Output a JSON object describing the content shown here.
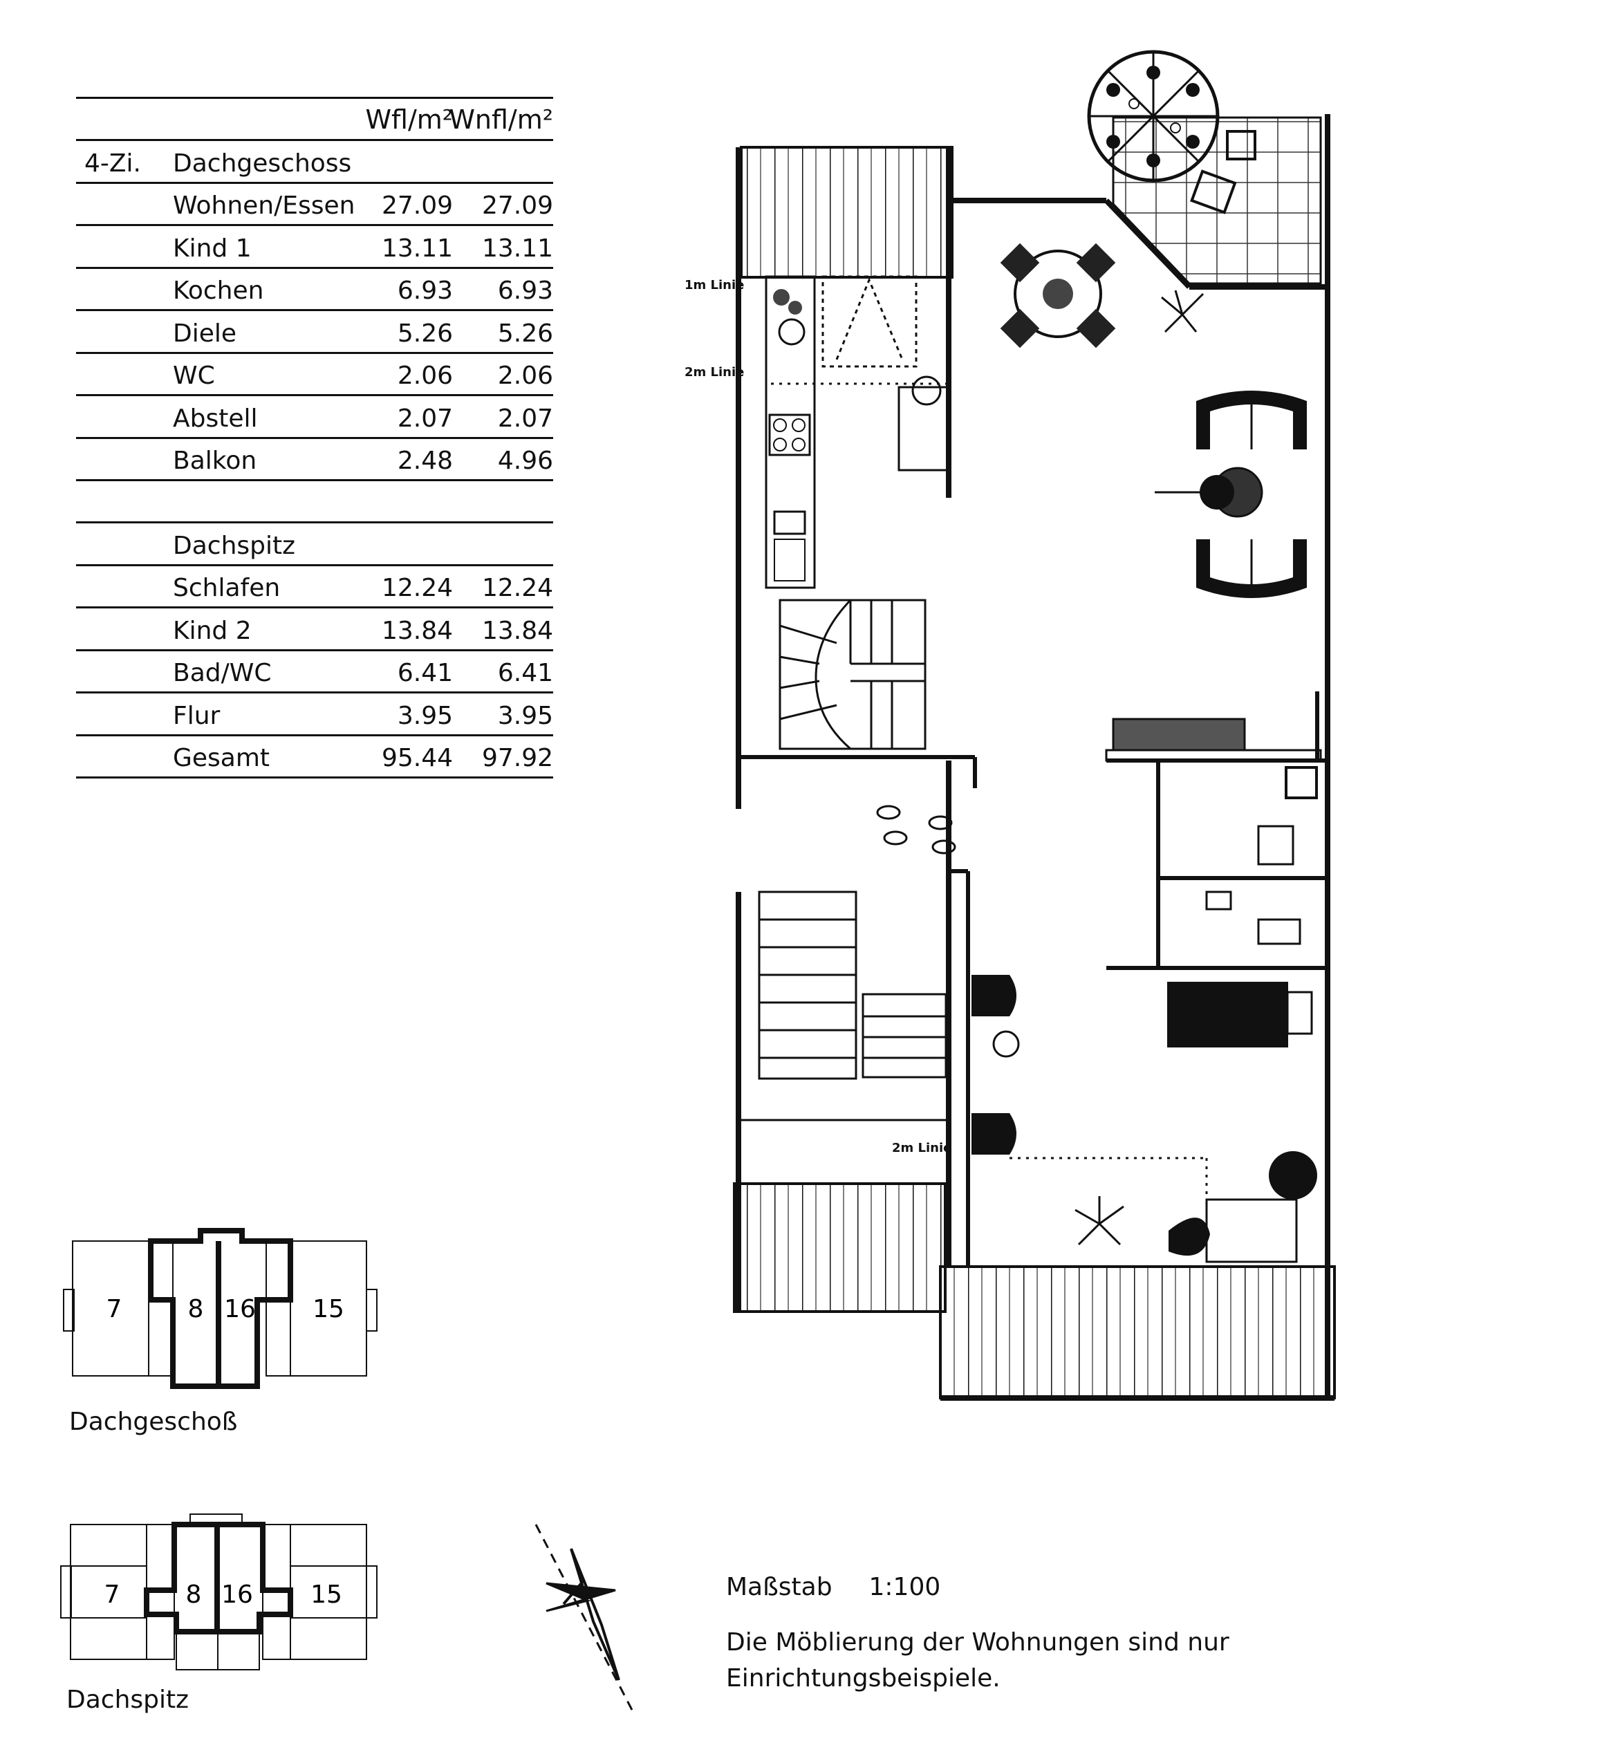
{
  "table": {
    "col_wfl": "Wfl/m²",
    "col_wnfl": "Wnfl/m²",
    "section1": {
      "prefix": "4-Zi.",
      "title": "Dachgeschoss"
    },
    "rows1": [
      {
        "name": "Wohnen/Essen",
        "wfl": "27.09",
        "wnfl": "27.09"
      },
      {
        "name": "Kind 1",
        "wfl": "13.11",
        "wnfl": "13.11"
      },
      {
        "name": "Kochen",
        "wfl": "6.93",
        "wnfl": "6.93"
      },
      {
        "name": "Diele",
        "wfl": "5.26",
        "wnfl": "5.26"
      },
      {
        "name": "WC",
        "wfl": "2.06",
        "wnfl": "2.06"
      },
      {
        "name": "Abstell",
        "wfl": "2.07",
        "wnfl": "2.07"
      },
      {
        "name": "Balkon",
        "wfl": "2.48",
        "wnfl": "4.96"
      }
    ],
    "section2": {
      "title": "Dachspitz"
    },
    "rows2": [
      {
        "name": "Schlafen",
        "wfl": "12.24",
        "wnfl": "12.24"
      },
      {
        "name": "Kind 2",
        "wfl": "13.84",
        "wnfl": "13.84"
      },
      {
        "name": "Bad/WC",
        "wfl": "6.41",
        "wnfl": "6.41"
      },
      {
        "name": "Flur",
        "wfl": "3.95",
        "wnfl": "3.95"
      },
      {
        "name": "Gesamt",
        "wfl": "95.44",
        "wnfl": "97.92"
      }
    ]
  },
  "plan_labels": {
    "line1": "1m Linie",
    "line2a": "2m Linie",
    "line2b": "2m Linie"
  },
  "keyplans": {
    "dachgeschoss": {
      "caption": "Dachgeschoß",
      "units": [
        "7",
        "8",
        "16",
        "15"
      ]
    },
    "dachspitz": {
      "caption": "Dachspitz",
      "units": [
        "7",
        "8",
        "16",
        "15"
      ]
    }
  },
  "scale": {
    "label": "Maßstab",
    "value": "1:100"
  },
  "note": {
    "line1": "Die Möblierung der Wohnungen sind nur",
    "line2": "Einrichtungsbeispiele."
  }
}
